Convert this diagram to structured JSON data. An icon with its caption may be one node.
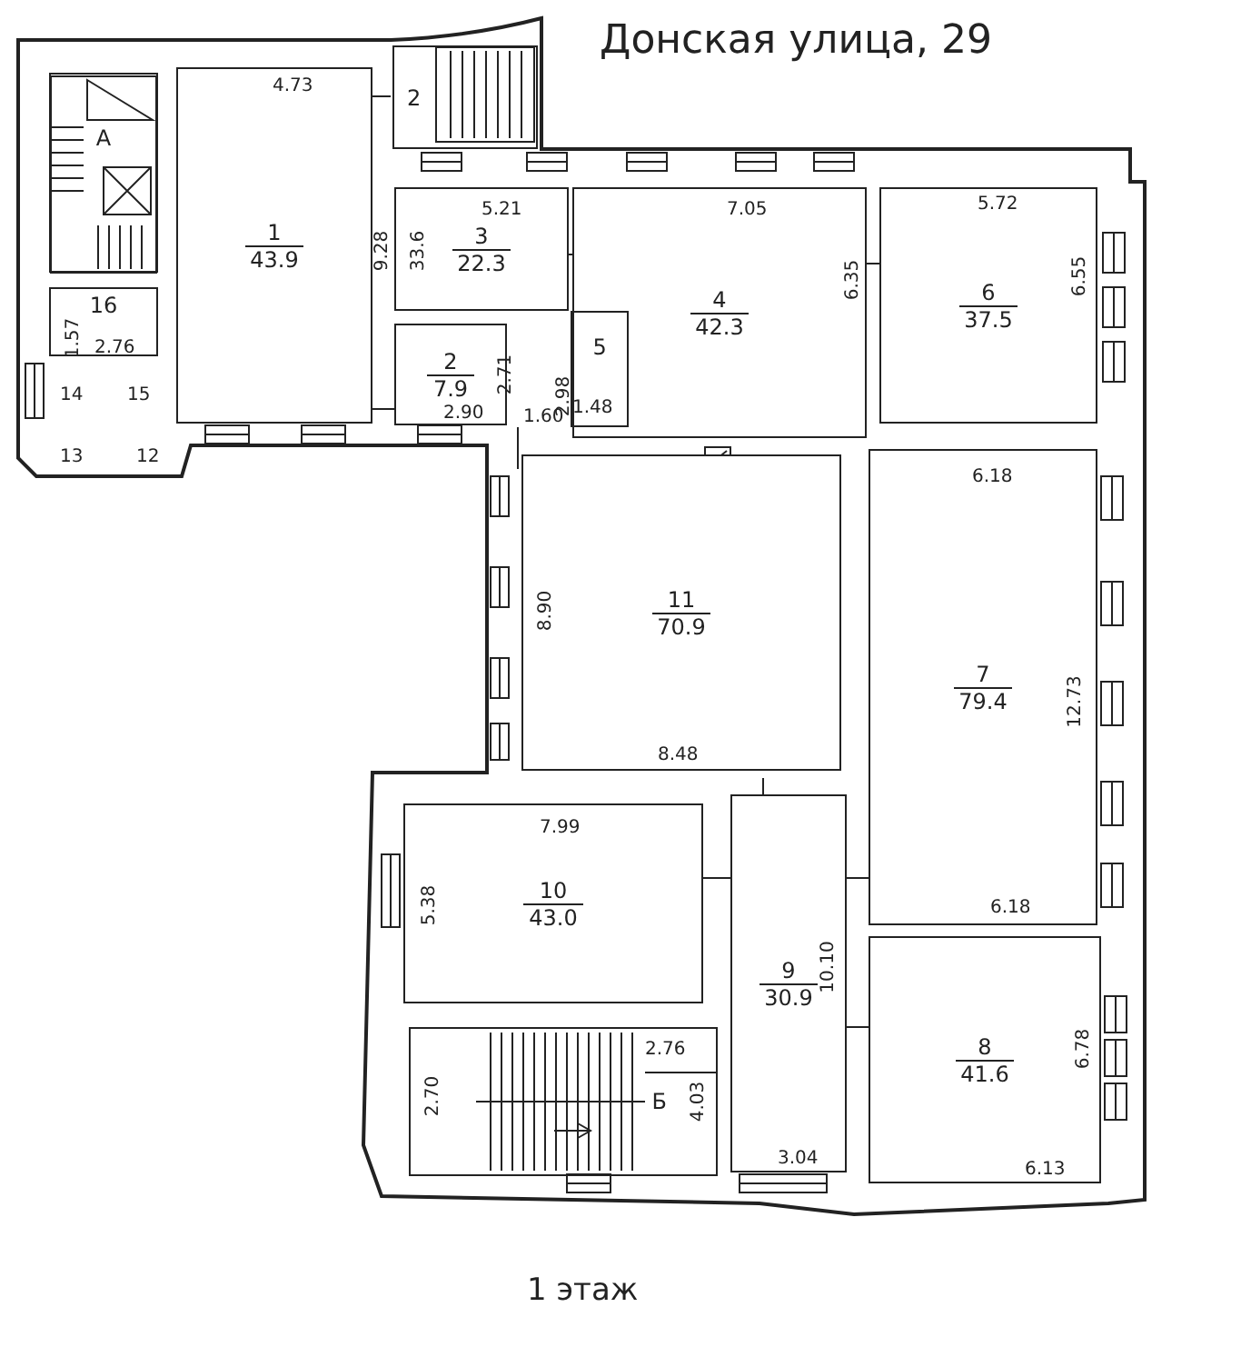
{
  "diagram": {
    "title": "Донская улица, 29",
    "caption": "1 этаж",
    "nodes": [
      {
        "text": [
          "А"
        ]
      },
      {
        "text": [
          "1",
          "43.9"
        ]
      },
      {
        "text": [
          "2"
        ]
      },
      {
        "text": [
          "3",
          "22.3"
        ]
      },
      {
        "text": [
          "4",
          "42.3"
        ]
      },
      {
        "text": [
          "6",
          "37.5"
        ]
      },
      {
        "text": [
          "16"
        ]
      },
      {
        "text": [
          "2",
          "7.9"
        ]
      },
      {
        "text": [
          "5"
        ],
        "in": 4
      },
      {
        "text": [
          "11",
          "70.9"
        ]
      },
      {
        "text": [
          "7",
          "79.4"
        ]
      },
      {
        "text": [
          "10",
          "43.0"
        ]
      },
      {
        "text": [
          "9",
          "30.9"
        ]
      },
      {
        "text": [
          "8",
          "41.6"
        ]
      },
      {
        "text": [
          "Б"
        ]
      }
    ],
    "labels": [
      "4.73",
      "9.28",
      "33.6",
      "5.21",
      "7.05",
      "5.72",
      "6.35",
      "6.55",
      "1.57",
      "2.76",
      "14",
      "15",
      "2.71",
      "2.98",
      "13",
      "12",
      "2.90",
      "1.60",
      "1.48",
      "6.18",
      "8.90",
      "12.73",
      "8.48",
      "7.99",
      "5.38",
      "6.18",
      "10.10",
      "2.76",
      "2.70",
      "4.03",
      "3.04",
      "6.78",
      "6.13"
    ]
  }
}
